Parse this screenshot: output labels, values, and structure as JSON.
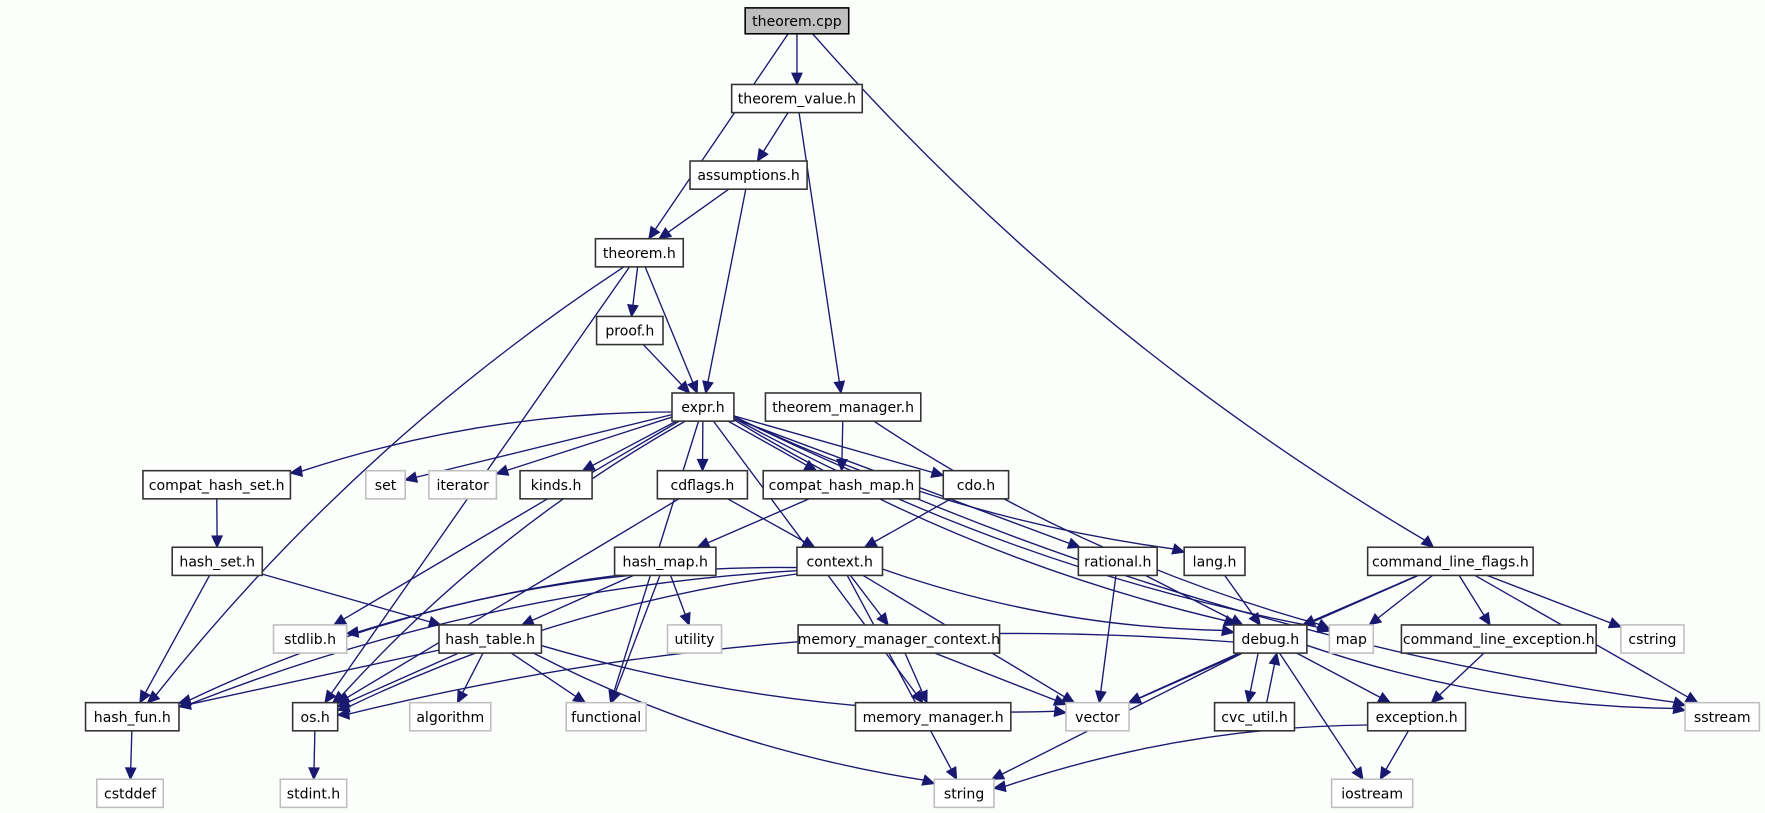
{
  "title": "theorem.cpp include dependency graph",
  "colors": {
    "edge": "#191970",
    "root_fill": "#bfbfbf",
    "local_border": "#333333",
    "system_border": "#bfbfbf",
    "background": "#fcfefc"
  },
  "nodes": [
    {
      "id": "theorem_cpp",
      "label": "theorem.cpp",
      "kind": "root"
    },
    {
      "id": "theorem_value_h",
      "label": "theorem_value.h",
      "kind": "local"
    },
    {
      "id": "assumptions_h",
      "label": "assumptions.h",
      "kind": "local"
    },
    {
      "id": "theorem_h",
      "label": "theorem.h",
      "kind": "local"
    },
    {
      "id": "proof_h",
      "label": "proof.h",
      "kind": "local"
    },
    {
      "id": "expr_h",
      "label": "expr.h",
      "kind": "local"
    },
    {
      "id": "theorem_manager_h",
      "label": "theorem_manager.h",
      "kind": "local"
    },
    {
      "id": "compat_hash_set_h",
      "label": "compat_hash_set.h",
      "kind": "local"
    },
    {
      "id": "set",
      "label": "set",
      "kind": "system"
    },
    {
      "id": "iterator",
      "label": "iterator",
      "kind": "system"
    },
    {
      "id": "kinds_h",
      "label": "kinds.h",
      "kind": "local"
    },
    {
      "id": "cdflags_h",
      "label": "cdflags.h",
      "kind": "local"
    },
    {
      "id": "compat_hash_map_h",
      "label": "compat_hash_map.h",
      "kind": "local"
    },
    {
      "id": "cdo_h",
      "label": "cdo.h",
      "kind": "local"
    },
    {
      "id": "hash_set_h",
      "label": "hash_set.h",
      "kind": "local"
    },
    {
      "id": "hash_map_h",
      "label": "hash_map.h",
      "kind": "local"
    },
    {
      "id": "context_h",
      "label": "context.h",
      "kind": "local"
    },
    {
      "id": "rational_h",
      "label": "rational.h",
      "kind": "local"
    },
    {
      "id": "lang_h",
      "label": "lang.h",
      "kind": "local"
    },
    {
      "id": "command_line_flags_h",
      "label": "command_line_flags.h",
      "kind": "local"
    },
    {
      "id": "stdlib_h",
      "label": "stdlib.h",
      "kind": "system"
    },
    {
      "id": "hash_table_h",
      "label": "hash_table.h",
      "kind": "local"
    },
    {
      "id": "utility",
      "label": "utility",
      "kind": "system"
    },
    {
      "id": "memory_manager_context_h",
      "label": "memory_manager_context.h",
      "kind": "local"
    },
    {
      "id": "debug_h",
      "label": "debug.h",
      "kind": "local"
    },
    {
      "id": "map",
      "label": "map",
      "kind": "system"
    },
    {
      "id": "command_line_exception_h",
      "label": "command_line_exception.h",
      "kind": "local"
    },
    {
      "id": "cstring",
      "label": "cstring",
      "kind": "system"
    },
    {
      "id": "hash_fun_h",
      "label": "hash_fun.h",
      "kind": "local"
    },
    {
      "id": "os_h",
      "label": "os.h",
      "kind": "local"
    },
    {
      "id": "algorithm",
      "label": "algorithm",
      "kind": "system"
    },
    {
      "id": "functional",
      "label": "functional",
      "kind": "system"
    },
    {
      "id": "memory_manager_h",
      "label": "memory_manager.h",
      "kind": "local"
    },
    {
      "id": "vector",
      "label": "vector",
      "kind": "system"
    },
    {
      "id": "cvc_util_h",
      "label": "cvc_util.h",
      "kind": "local"
    },
    {
      "id": "exception_h",
      "label": "exception.h",
      "kind": "local"
    },
    {
      "id": "sstream",
      "label": "sstream",
      "kind": "system"
    },
    {
      "id": "cstddef",
      "label": "cstddef",
      "kind": "system"
    },
    {
      "id": "stdint_h",
      "label": "stdint.h",
      "kind": "system"
    },
    {
      "id": "string",
      "label": "string",
      "kind": "system"
    },
    {
      "id": "iostream",
      "label": "iostream",
      "kind": "system"
    }
  ],
  "edges": [
    [
      "theorem_cpp",
      "theorem_value_h"
    ],
    [
      "theorem_cpp",
      "theorem_h"
    ],
    [
      "theorem_cpp",
      "command_line_flags_h"
    ],
    [
      "theorem_value_h",
      "assumptions_h"
    ],
    [
      "theorem_value_h",
      "theorem_manager_h"
    ],
    [
      "assumptions_h",
      "theorem_h"
    ],
    [
      "assumptions_h",
      "expr_h"
    ],
    [
      "theorem_h",
      "proof_h"
    ],
    [
      "theorem_h",
      "expr_h"
    ],
    [
      "theorem_h",
      "hash_fun_h"
    ],
    [
      "theorem_h",
      "os_h"
    ],
    [
      "proof_h",
      "expr_h"
    ],
    [
      "expr_h",
      "compat_hash_set_h"
    ],
    [
      "expr_h",
      "set"
    ],
    [
      "expr_h",
      "iterator"
    ],
    [
      "expr_h",
      "kinds_h"
    ],
    [
      "expr_h",
      "cdflags_h"
    ],
    [
      "expr_h",
      "compat_hash_map_h"
    ],
    [
      "expr_h",
      "cdo_h"
    ],
    [
      "expr_h",
      "rational_h"
    ],
    [
      "expr_h",
      "lang_h"
    ],
    [
      "expr_h",
      "debug_h"
    ],
    [
      "expr_h",
      "map"
    ],
    [
      "expr_h",
      "sstream"
    ],
    [
      "expr_h",
      "stdlib_h"
    ],
    [
      "expr_h",
      "os_h"
    ],
    [
      "expr_h",
      "functional"
    ],
    [
      "expr_h",
      "memory_manager_h"
    ],
    [
      "theorem_manager_h",
      "compat_hash_map_h"
    ],
    [
      "theorem_manager_h",
      "map"
    ],
    [
      "compat_hash_set_h",
      "hash_set_h"
    ],
    [
      "cdflags_h",
      "context_h"
    ],
    [
      "cdflags_h",
      "os_h"
    ],
    [
      "compat_hash_map_h",
      "hash_map_h"
    ],
    [
      "cdo_h",
      "context_h"
    ],
    [
      "hash_set_h",
      "hash_fun_h"
    ],
    [
      "hash_set_h",
      "hash_table_h"
    ],
    [
      "hash_map_h",
      "hash_table_h"
    ],
    [
      "hash_map_h",
      "utility"
    ],
    [
      "hash_map_h",
      "functional"
    ],
    [
      "hash_map_h",
      "hash_fun_h"
    ],
    [
      "context_h",
      "memory_manager_context_h"
    ],
    [
      "context_h",
      "debug_h"
    ],
    [
      "context_h",
      "vector"
    ],
    [
      "context_h",
      "string"
    ],
    [
      "context_h",
      "stdlib_h"
    ],
    [
      "context_h",
      "os_h"
    ],
    [
      "context_h",
      "hash_fun_h"
    ],
    [
      "rational_h",
      "debug_h"
    ],
    [
      "rational_h",
      "vector"
    ],
    [
      "lang_h",
      "debug_h"
    ],
    [
      "command_line_flags_h",
      "debug_h"
    ],
    [
      "command_line_flags_h",
      "map"
    ],
    [
      "command_line_flags_h",
      "command_line_exception_h"
    ],
    [
      "command_line_flags_h",
      "cstring"
    ],
    [
      "command_line_flags_h",
      "sstream"
    ],
    [
      "command_line_flags_h",
      "vector"
    ],
    [
      "hash_table_h",
      "hash_fun_h"
    ],
    [
      "hash_table_h",
      "os_h"
    ],
    [
      "hash_table_h",
      "algorithm"
    ],
    [
      "hash_table_h",
      "functional"
    ],
    [
      "hash_table_h",
      "vector"
    ],
    [
      "hash_table_h",
      "string"
    ],
    [
      "memory_manager_context_h",
      "memory_manager_h"
    ],
    [
      "memory_manager_context_h",
      "vector"
    ],
    [
      "debug_h",
      "cvc_util_h"
    ],
    [
      "debug_h",
      "exception_h"
    ],
    [
      "debug_h",
      "vector"
    ],
    [
      "debug_h",
      "string"
    ],
    [
      "debug_h",
      "iostream"
    ],
    [
      "debug_h",
      "sstream"
    ],
    [
      "debug_h",
      "os_h"
    ],
    [
      "cvc_util_h",
      "debug_h"
    ],
    [
      "command_line_exception_h",
      "exception_h"
    ],
    [
      "exception_h",
      "iostream"
    ],
    [
      "exception_h",
      "string"
    ],
    [
      "hash_fun_h",
      "cstddef"
    ],
    [
      "os_h",
      "stdint_h"
    ]
  ]
}
